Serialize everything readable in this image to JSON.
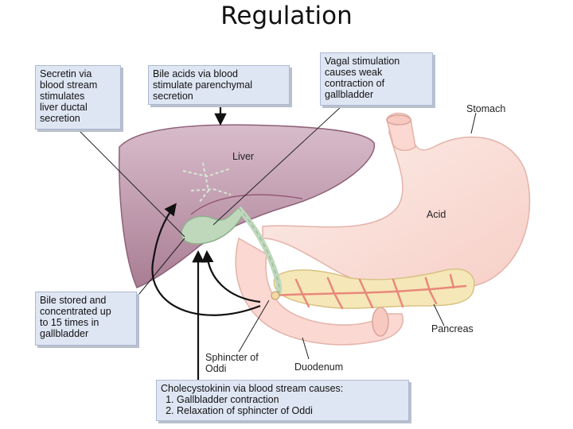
{
  "title": "Regulation",
  "callouts": {
    "secretin": "Secretin via\nblood stream\nstimulates\nliver ductal\nsecretion",
    "bile_acids": "Bile acids via blood\nstimulate parenchymal\nsecretion",
    "vagal": "Vagal stimulation\ncauses weak\ncontraction of\ngallbladder",
    "bile_stored": "Bile stored and\nconcentrated up\nto 15 times in\ngallbladder",
    "cck_heading": "Cholecystokinin via blood stream causes:",
    "cck_items": [
      "Gallbladder contraction",
      "Relaxation of sphincter of Oddi"
    ]
  },
  "labels": {
    "stomach": "Stomach",
    "liver": "Liver",
    "acid": "Acid",
    "pancreas": "Pancreas",
    "sphincter": "Sphincter of\nOddi",
    "duodenum": "Duodenum"
  },
  "colors": {
    "liver": "#bf97aa",
    "stomach": "#fbdcd6",
    "gallbladder": "#bfd8bc",
    "pancreas": "#f5e7b8",
    "vessels": "#e9887b",
    "callout_bg": "#dfe6f3"
  }
}
